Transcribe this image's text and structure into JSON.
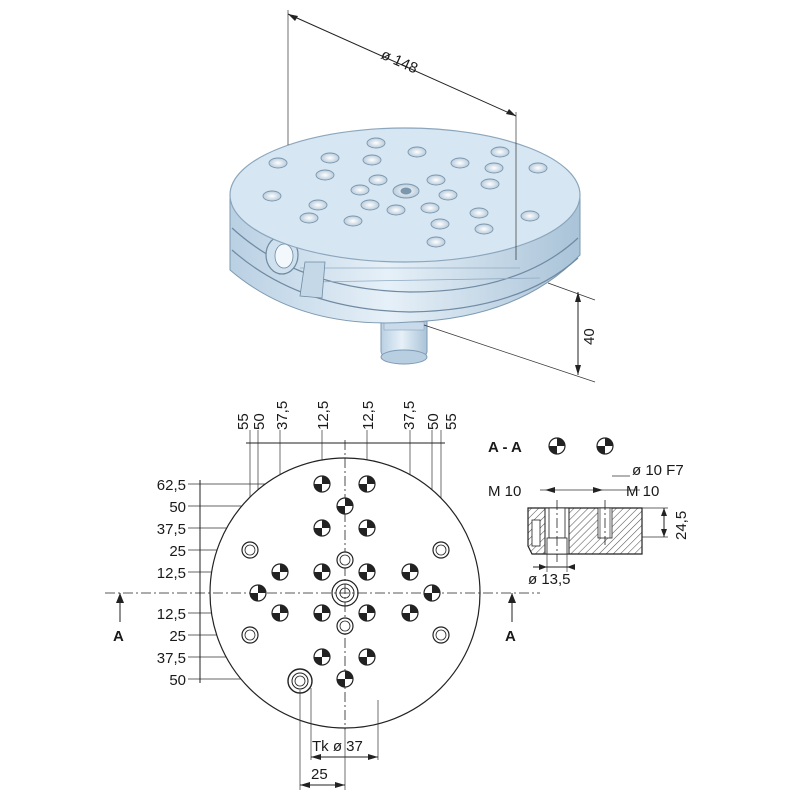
{
  "top_view": {
    "diameter_label": "ø 148",
    "height_label": "40"
  },
  "plan_view": {
    "top_dims": [
      "55",
      "50",
      "37,5",
      "12,5",
      "12,5",
      "37,5",
      "50",
      "55"
    ],
    "left_dims": [
      "62,5",
      "50",
      "37,5",
      "25",
      "12,5",
      "12,5",
      "25",
      "37,5",
      "50"
    ],
    "section_label_left": "A",
    "section_label_right": "A",
    "tk_label": "Tk ø 37",
    "bottom_dim": "25"
  },
  "section_view": {
    "title": "A - A",
    "bore_label": "ø 10 F7",
    "thread_left": "M 10",
    "thread_right": "M 10",
    "height_label": "24,5",
    "counterbore_label": "ø 13,5"
  },
  "colors": {
    "plate_fill": "#d6e6f2",
    "plate_edge": "#9fb9cf",
    "hatch": "#555555"
  }
}
